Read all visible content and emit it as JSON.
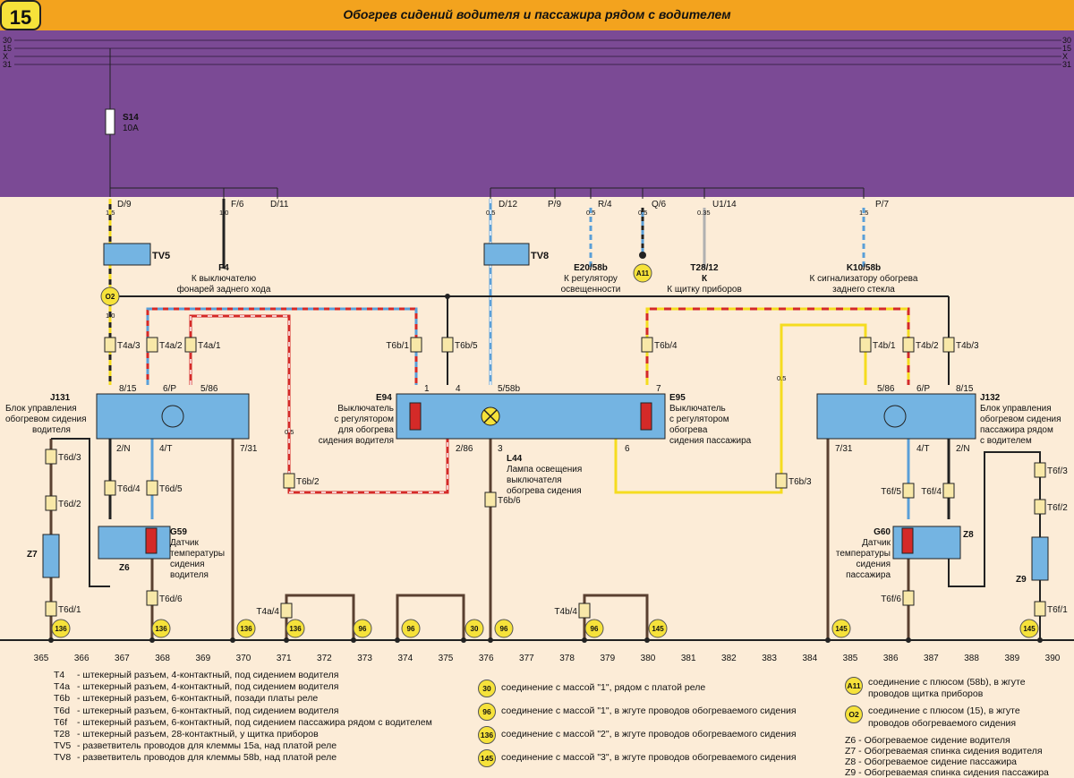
{
  "header": {
    "page_number": "15",
    "title": "Обогрев сидений водителя и пассажира рядом с водителем"
  },
  "bus": {
    "left": [
      "30",
      "15",
      "X",
      "31"
    ],
    "right": [
      "30",
      "15",
      "X",
      "31"
    ]
  },
  "fuse": {
    "name": "S14",
    "rating": "10A"
  },
  "bus_taps": [
    "D/9",
    "F/6",
    "D/11",
    "D/12",
    "P/9",
    "R/4",
    "Q/6",
    "U1/14",
    "P/7"
  ],
  "wire_sizes": [
    "1.5",
    "1.0",
    "0.5",
    "0.35"
  ],
  "splices": [
    "TV5",
    "TV8"
  ],
  "targets": {
    "f4": {
      "code": "F4",
      "line1": "К выключателю",
      "line2": "фонарей заднего хода"
    },
    "e20": {
      "code": "E20/58b",
      "line1": "К регулятору",
      "line2": "освещенности"
    },
    "t28": {
      "code": "T28/12",
      "line1": "К",
      "line2": "К щитку приборов"
    },
    "k10": {
      "code": "K10/58b",
      "line1": "К сигнализатору обогрева",
      "line2": "заднего стекла"
    }
  },
  "connectors": [
    "T4a/3",
    "T4a/2",
    "T4a/1",
    "T6b/1",
    "T6b/5",
    "T6b/4",
    "T4b/1",
    "T4b/2",
    "T4b/3",
    "T6d/3",
    "T6d/2",
    "T6d/4",
    "T6d/5",
    "T6d/6",
    "T6d/1",
    "T6b/2",
    "T6b/6",
    "T6b/3",
    "T6f/5",
    "T6f/4",
    "T6f/3",
    "T6f/2",
    "T6f/6",
    "T6f/1",
    "T4a/4",
    "T4b/4"
  ],
  "components": {
    "j131": {
      "code": "J131",
      "l1": "Блок управления",
      "l2": "обогревом сидения",
      "l3": "водителя"
    },
    "j132": {
      "code": "J132",
      "l1": "Блок управления",
      "l2": "обогревом сидения",
      "l3": "пассажира рядом",
      "l4": "с водителем"
    },
    "e94": {
      "code": "E94",
      "l1": "Выключатель",
      "l2": "с регулятором",
      "l3": "для обогрева",
      "l4": "сидения водителя"
    },
    "e95": {
      "code": "E95",
      "l1": "Выключатель",
      "l2": "с регулятором",
      "l3": "обогрева",
      "l4": "сидения пассажира"
    },
    "l44": {
      "code": "L44",
      "l1": "Лампа освещения",
      "l2": "выключателя",
      "l3": "обогрева сидения"
    },
    "g59": {
      "code": "G59",
      "l1": "Датчик",
      "l2": "температуры",
      "l3": "сидения",
      "l4": "водителя"
    },
    "g60": {
      "code": "G60",
      "l1": "Датчик",
      "l2": "температуры",
      "l3": "сидения",
      "l4": "пассажира"
    },
    "z6": "Z6",
    "z7": "Z7",
    "z8": "Z8",
    "z9": "Z9"
  },
  "pins": [
    "8/15",
    "6/P",
    "5/86",
    "2/N",
    "4/T",
    "7/31",
    "1",
    "4",
    "5/58b",
    "7",
    "2/86",
    "3",
    "6"
  ],
  "circles": [
    "O2",
    "A11",
    "136",
    "96",
    "30",
    "145"
  ],
  "columns": [
    "365",
    "366",
    "367",
    "368",
    "369",
    "370",
    "371",
    "372",
    "373",
    "374",
    "375",
    "376",
    "377",
    "378",
    "379",
    "380",
    "381",
    "382",
    "383",
    "384",
    "385",
    "386",
    "387",
    "388",
    "389",
    "390"
  ],
  "legend_left": [
    {
      "code": "T4",
      "text": "- штекерный разъем, 4-контактный, под сидением водителя"
    },
    {
      "code": "T4a",
      "text": "- штекерный разъем, 4-контактный, под сидением водителя"
    },
    {
      "code": "T6b",
      "text": "- штекерный разъем, 6-контактный, позади платы реле"
    },
    {
      "code": "T6d",
      "text": "- штекерный разъем, 6-контактный, под сидением водителя"
    },
    {
      "code": "T6f",
      "text": "- штекерный разъем, 6-контактный, под сидением пассажира рядом с водителем"
    },
    {
      "code": "T28",
      "text": "- штекерный разъем, 28-контактный, у щитка приборов"
    },
    {
      "code": "TV5",
      "text": "- разветвитель проводов для клеммы 15а, над платой реле"
    },
    {
      "code": "TV8",
      "text": "- разветвитель проводов для клеммы 58b, над платой реле"
    }
  ],
  "legend_mid": [
    {
      "badge": "30",
      "text": "соединение с массой \"1\", рядом с платой реле"
    },
    {
      "badge": "96",
      "text": "соединение с массой \"1\", в жгуте проводов обогреваемого сидения"
    },
    {
      "badge": "136",
      "text": "соединение с массой \"2\", в жгуте проводов обогреваемого сидения"
    },
    {
      "badge": "145",
      "text": "соединение с массой \"3\", в жгуте проводов обогреваемого сидения"
    }
  ],
  "legend_right": {
    "a11": {
      "badge": "A11",
      "l1": "соединение с плюсом (58b), в жгуте",
      "l2": "проводов щитка приборов"
    },
    "o2": {
      "badge": "O2",
      "l1": "соединение с плюсом (15), в жгуте",
      "l2": "проводов обогреваемого сидения"
    },
    "z": [
      "Z6 - Обогреваемое сидение водителя",
      "Z7 - Обогреваемая спинка сидения водителя",
      "Z8 - Обогреваемое сидение пассажира",
      "Z9 - Обогреваемая спинка сидения пассажира"
    ]
  },
  "colors": {
    "bus_area": "#7b4a95",
    "background": "#fcecd7",
    "module": "#74b4e2",
    "badge": "#f6e23a",
    "wire_red": "#d42a28",
    "wire_blue": "#5a9fd8",
    "wire_yellow": "#f5dc1f",
    "wire_brown": "#5a4030",
    "wire_grey": "#b0b0b0",
    "wire_black": "#222222"
  }
}
